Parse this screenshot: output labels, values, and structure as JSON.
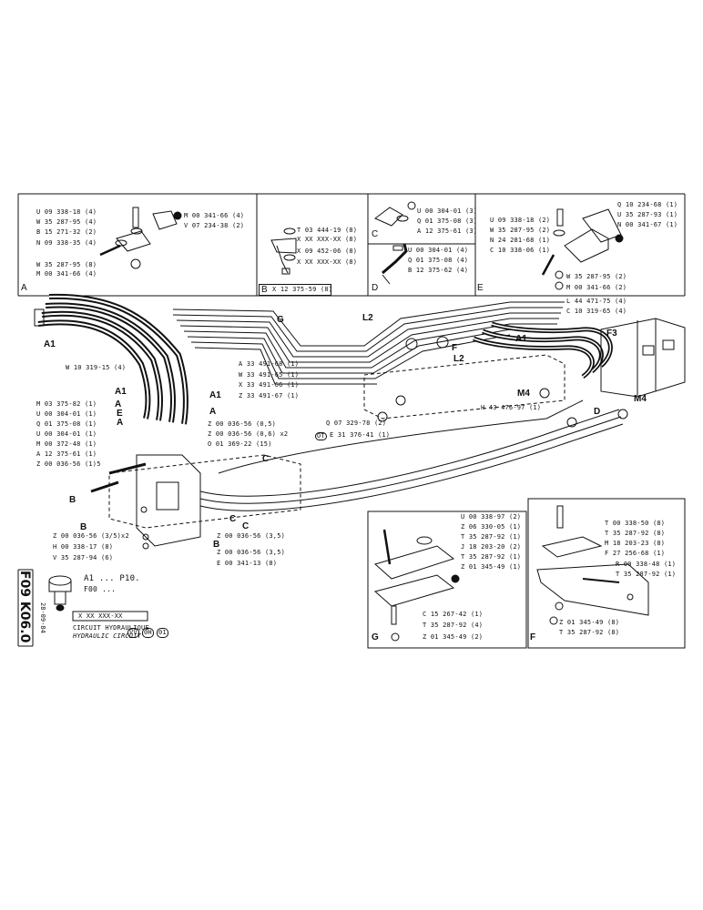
{
  "panelA": {
    "letter": "A",
    "parts": [
      "U 09 338-18 (4)",
      "W 35 287-95 (4)",
      "B 15 271-32 (2)",
      "N 09 338-35 (4)",
      "W 35 287-95 (8)",
      "M 00 341-66 (4)"
    ],
    "right": [
      "M 00 341-66 (4)",
      "V 07 234-38 (2)"
    ]
  },
  "panelB": {
    "letter": "B",
    "parts": [
      "T 03 444-19 (8)",
      "X XX XXX-XX (8)",
      "X 09 452-06 (8)",
      "X XX XXX-XX (8)"
    ],
    "ref": "X 12 375-59 (8)"
  },
  "panelC": {
    "letter": "C",
    "parts": [
      "U 00 304-01 (3)",
      "Q 01 375-08 (3)",
      "A 12 375-61 (3)"
    ]
  },
  "panelD": {
    "letter": "D",
    "parts": [
      "U 00 304-01 (4)",
      "Q 01 375-08 (4)",
      "B 12 375-62 (4)"
    ]
  },
  "panelE": {
    "letter": "E",
    "parts": [
      "Q 10 234-68 (1)",
      "U 35 287-93 (1)",
      "N 00 341-67 (1)",
      "U 09 338-18 (2)",
      "W 35 287-95 (2)",
      "N 24 281-68 (1)",
      "C 10 338-06 (1)",
      "W 35 287-95 (2)",
      "M 00 341-66 (2)"
    ]
  },
  "main": {
    "right": [
      "L 44 471-75 (4)",
      "C 10 319-65 (4)"
    ],
    "hose": "W 10 319-15 (4)",
    "tubes": [
      "A 33 491-68 (1)",
      "W 33 491-65 (1)",
      "X 33 491-66 (1)",
      "Z 33 491-67 (1)"
    ],
    "h": "H 43 476-97 (1)",
    "q": "Q 07 329-78 (2)",
    "e": "E 31 376-41 (1)",
    "e_prefix": "OT",
    "left": [
      "M 03 375-82 (1)",
      "U 00 304-01 (1)",
      "Q 01 375-08 (1)",
      "U 00 304-01 (1)",
      "M 00 372-48 (1)",
      "A 12 375-61 (1)",
      "Z 00 036-56 (1)5"
    ],
    "mid": [
      "Z 00 036-56 (0,5)",
      "Z 00 036-56 (0,6) x2",
      "O 01 369-22 (15)"
    ],
    "low": [
      "Z 00 036-56 (3/5)x2",
      "H 00 338-17 (8)",
      "V 35 287-94 (6)"
    ],
    "low2": [
      "Z 00 036-56 (3,5)",
      "Z 00 036-56 (3,5)",
      "E 00 341-13 (8)"
    ],
    "callouts": [
      "A1",
      "A1",
      "A1",
      "A",
      "A",
      "E",
      "A",
      "B",
      "B",
      "C",
      "C",
      "C",
      "B",
      "L2",
      "L2",
      "F3",
      "F",
      "M4",
      "M4",
      "D",
      "G",
      "A1"
    ]
  },
  "legend": {
    "a1": "A1 ... P10.",
    "f00": "F00 ..."
  },
  "panelG": {
    "letter": "G",
    "parts": [
      "U 00 338-97 (2)",
      "Z 06 330-05 (1)",
      "T 35 287-92 (1)",
      "J 18 203-20 (2)",
      "T 35 287-92 (1)",
      "Z 01 345-49 (1)",
      "C 15 267-42 (1)",
      "T 35 287-92 (4)",
      "Z 01 345-49 (2)"
    ]
  },
  "panelF": {
    "letter": "F",
    "parts": [
      "T 00 338-50 (8)",
      "T 35 287-92 (8)",
      "M 18 203-23 (8)",
      "F 27 256-68 (1)",
      "R 00 338-48 (1)",
      "T 35 287-92 (1)",
      "Z 01 345-49 (8)",
      "T 35 287-92 (8)"
    ]
  },
  "title": {
    "ref": "X XX XXX-XX",
    "fr": "CIRCUIT HYDRAULIQUE",
    "en": "HYDRAULIC CIRCUIT",
    "codes": [
      "VV",
      "0H",
      "01"
    ],
    "side_code": "F09 K06.0",
    "date": "28-09-84"
  }
}
